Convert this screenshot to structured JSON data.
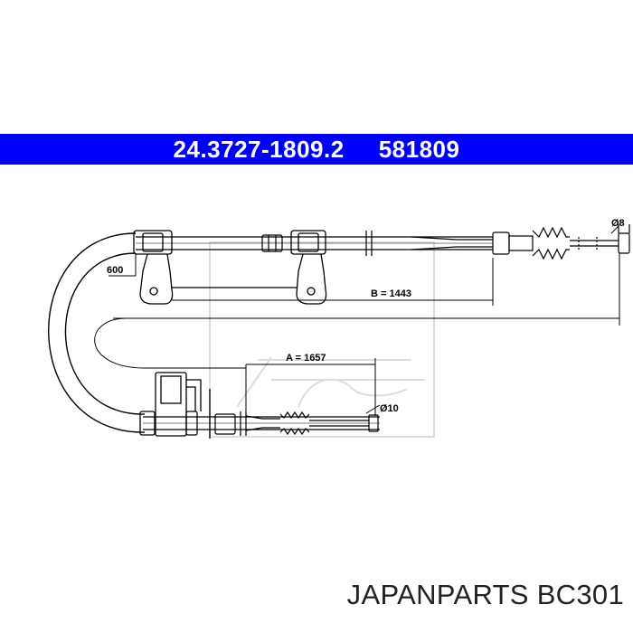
{
  "header": {
    "part_number": "24.3727-1809.2",
    "ref_number": "581809"
  },
  "dimensions": {
    "a_label": "A = 1657",
    "b_label": "B = 1443",
    "side_length": "600",
    "diameter_top": "Ø8",
    "diameter_bottom": "Ø10"
  },
  "footer": {
    "brand": "JAPANPARTS",
    "model": "BC301"
  },
  "colors": {
    "banner": "#0000ff",
    "banner_text": "#ffffff",
    "line": "#000000",
    "watermark": "#cfcfcf"
  }
}
